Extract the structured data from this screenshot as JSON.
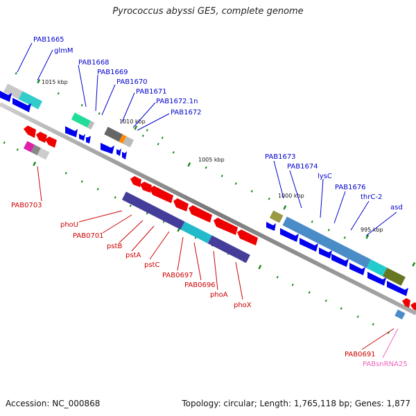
{
  "title": "Pyrococcus abyssi GE5, complete genome",
  "footer": {
    "accession": "Accession: NC_000868",
    "summary": "Topology: circular; Length: 1,765,118 bp; Genes: 1,877"
  },
  "ruler_ticks": [
    "1015 kbp",
    "1010 kbp",
    "1005 kbp",
    "1000 kbp",
    "995 kbp"
  ],
  "blue_gene_labels": [
    "PAB1665",
    "glmM",
    "PAB1668",
    "PAB1669",
    "PAB1670",
    "PAB1671",
    "PAB1672.1n",
    "PAB1672",
    "PAB1673",
    "PAB1674",
    "lysC",
    "PAB1676",
    "thrC-2",
    "asd"
  ],
  "red_gene_labels": [
    "PAB0703",
    "phoU",
    "PAB0701",
    "pstB",
    "pstA",
    "pstC",
    "PAB0697",
    "PAB0696",
    "phoA",
    "phoX",
    "PAB0691"
  ],
  "rna_gene_labels": [
    "PABsnRNA25"
  ],
  "colors": {
    "forward_gene": "#0000ee",
    "reverse_gene": "#ee0000",
    "rna_gene": "#ee88cc",
    "backbone": "#888888",
    "tick": "#1a8a1a",
    "label_blue": "#0000cc",
    "label_red": "#cc0000",
    "label_pink": "#ee66bb"
  }
}
